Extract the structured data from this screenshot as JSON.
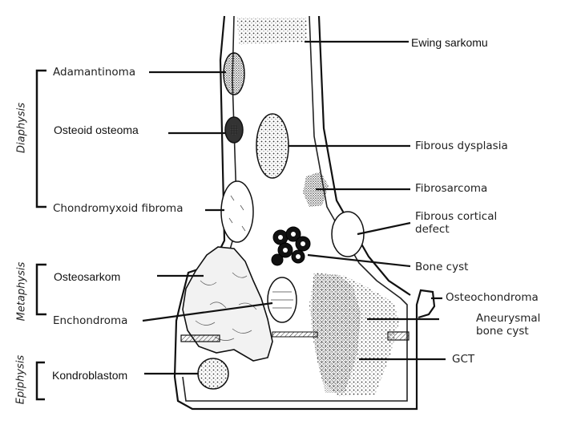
{
  "zones": {
    "diaphysis": "Diaphysis",
    "metaphysis": "Metaphysis",
    "epiphysis": "Epiphysis"
  },
  "overlay_labels": {
    "ewing": "Ewing sarkomu",
    "osteoid": "Osteoid osteoma",
    "osteosarkom": "Osteosarkom",
    "kondroblastom": "Kondroblastom"
  },
  "left_labels": {
    "adamantinoma": "Adamantinoma",
    "chondromyxoid": "Chondromyxoid fibroma",
    "enchondroma": "Enchondroma"
  },
  "right_labels": {
    "fibrous_dysplasia": "Fibrous dysplasia",
    "fibrosarcoma": "Fibrosarcoma",
    "fibrous_cortical_defect": "Fibrous cortical defect",
    "bone_cyst": "Bone cyst",
    "osteochondroma": "Osteochondroma",
    "aneurysmal_bone_cyst": "Aneurysmal bone cyst",
    "gct": "GCT"
  }
}
